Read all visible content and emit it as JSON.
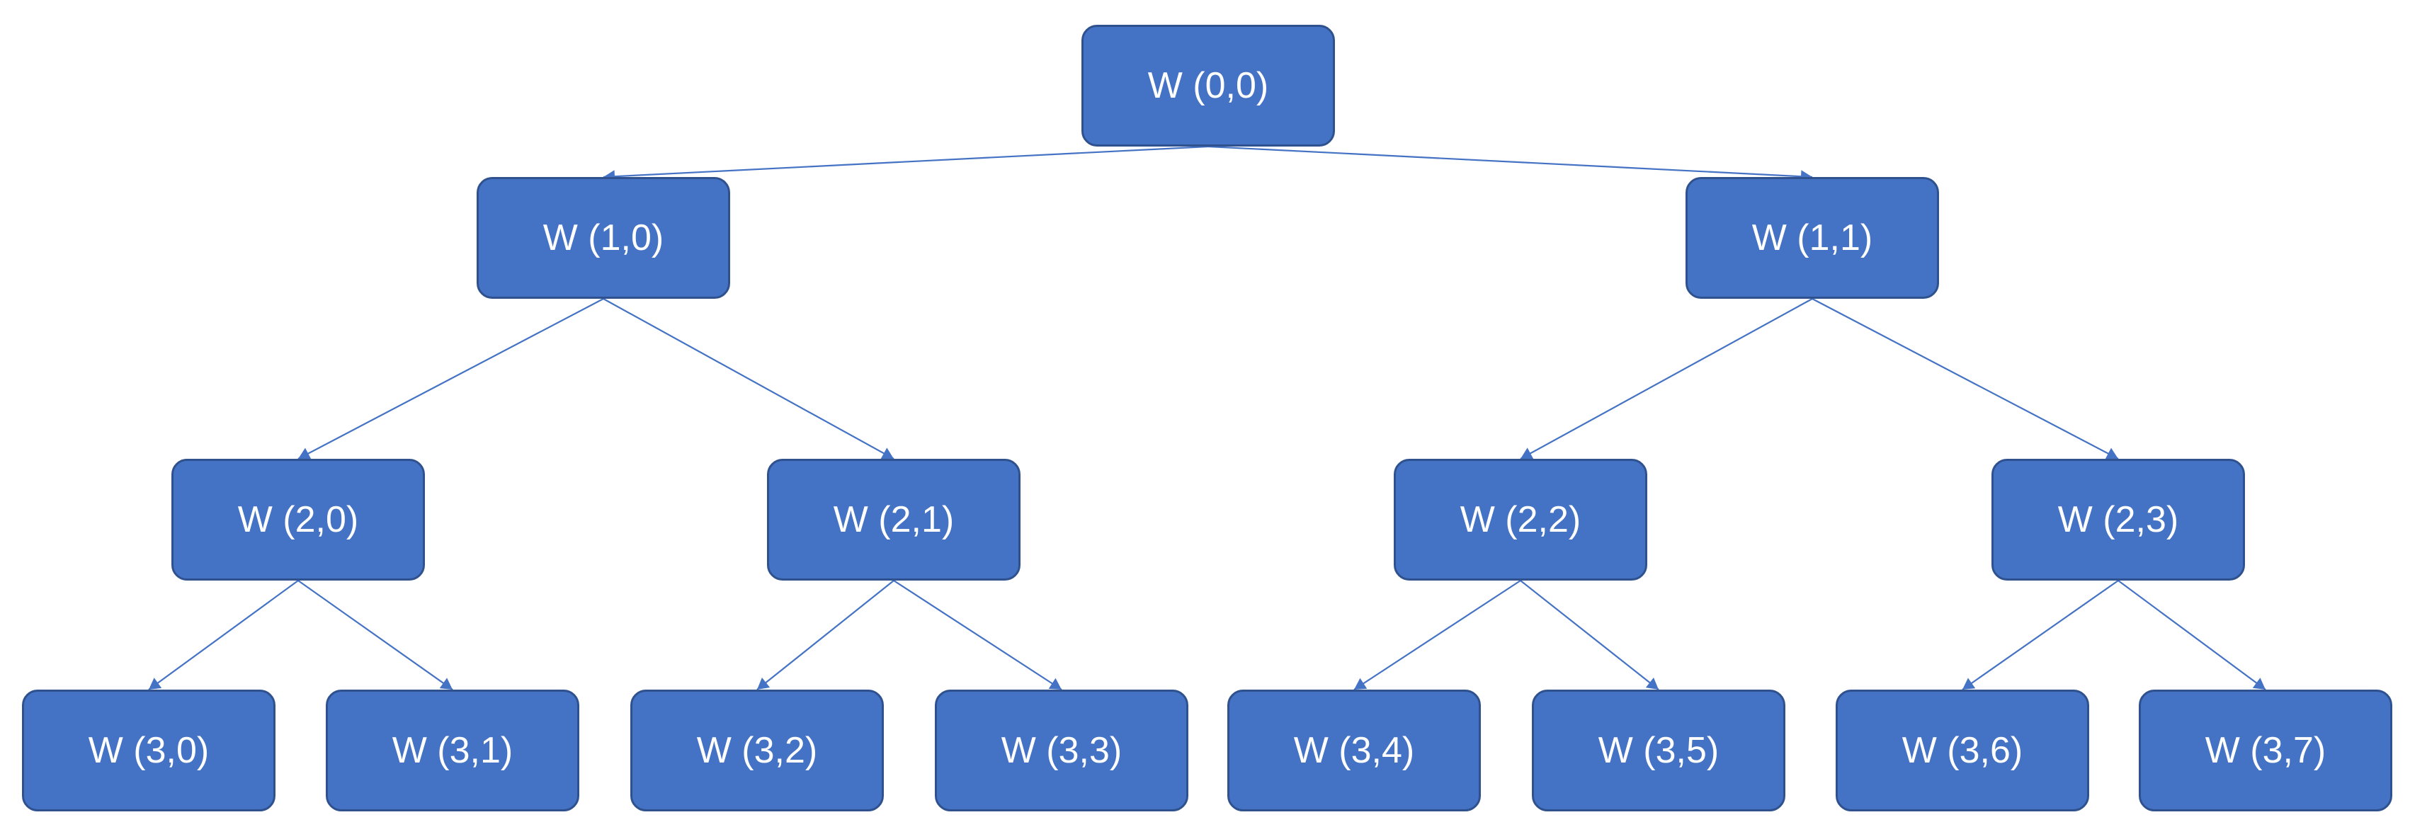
{
  "diagram": {
    "type": "tree",
    "nodes": [
      {
        "id": "0-0",
        "label": "W (0,0)"
      },
      {
        "id": "1-0",
        "label": "W (1,0)"
      },
      {
        "id": "1-1",
        "label": "W (1,1)"
      },
      {
        "id": "2-0",
        "label": "W (2,0)"
      },
      {
        "id": "2-1",
        "label": "W (2,1)"
      },
      {
        "id": "2-2",
        "label": "W (2,2)"
      },
      {
        "id": "2-3",
        "label": "W (2,3)"
      },
      {
        "id": "3-0",
        "label": "W (3,0)"
      },
      {
        "id": "3-1",
        "label": "W (3,1)"
      },
      {
        "id": "3-2",
        "label": "W (3,2)"
      },
      {
        "id": "3-3",
        "label": "W (3,3)"
      },
      {
        "id": "3-4",
        "label": "W (3,4)"
      },
      {
        "id": "3-5",
        "label": "W (3,5)"
      },
      {
        "id": "3-6",
        "label": "W (3,6)"
      },
      {
        "id": "3-7",
        "label": "W (3,7)"
      }
    ],
    "edges": [
      {
        "from": "0-0",
        "to": "1-0"
      },
      {
        "from": "0-0",
        "to": "1-1"
      },
      {
        "from": "1-0",
        "to": "2-0"
      },
      {
        "from": "1-0",
        "to": "2-1"
      },
      {
        "from": "1-1",
        "to": "2-2"
      },
      {
        "from": "1-1",
        "to": "2-3"
      },
      {
        "from": "2-0",
        "to": "3-0"
      },
      {
        "from": "2-0",
        "to": "3-1"
      },
      {
        "from": "2-1",
        "to": "3-2"
      },
      {
        "from": "2-1",
        "to": "3-3"
      },
      {
        "from": "2-2",
        "to": "3-4"
      },
      {
        "from": "2-2",
        "to": "3-5"
      },
      {
        "from": "2-3",
        "to": "3-6"
      },
      {
        "from": "2-3",
        "to": "3-7"
      }
    ],
    "colors": {
      "node_fill": "#4472C4",
      "node_border": "#2F528F",
      "edge": "#4472C4",
      "text": "#FFFFFF"
    }
  }
}
